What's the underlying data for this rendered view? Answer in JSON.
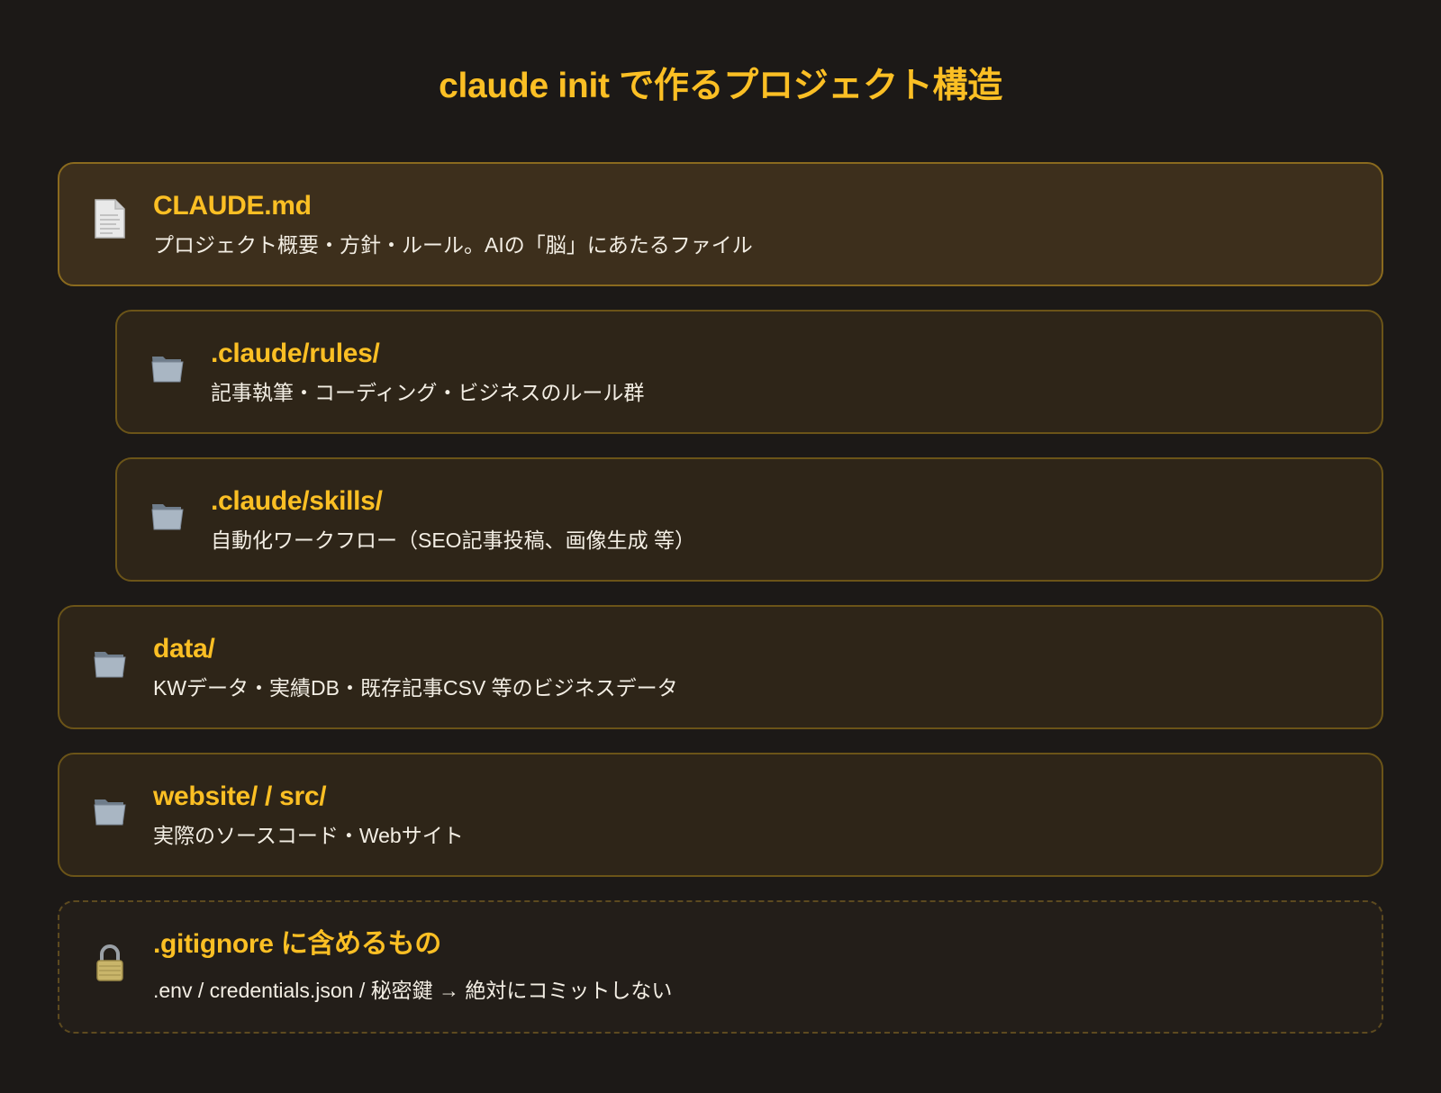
{
  "title": "claude init で作るプロジェクト構造",
  "items": [
    {
      "name": "CLAUDE.md",
      "description": "プロジェクト概要・方針・ルール。AIの「脳」にあたるファイル",
      "icon": "document-icon"
    },
    {
      "name": ".claude/rules/",
      "description": "記事執筆・コーディング・ビジネスのルール群",
      "icon": "folder-icon"
    },
    {
      "name": ".claude/skills/",
      "description": "自動化ワークフロー（SEO記事投稿、画像生成 等）",
      "icon": "folder-icon"
    },
    {
      "name": "data/",
      "description": "KWデータ・実績DB・既存記事CSV 等のビジネスデータ",
      "icon": "folder-icon"
    },
    {
      "name": "website/ / src/",
      "description": "実際のソースコード・Webサイト",
      "icon": "folder-icon"
    },
    {
      "name": ".gitignore に含めるもの",
      "description": ".env / credentials.json / 秘密鍵 → 絶対にコミットしない",
      "icon": "lock-icon"
    }
  ],
  "colors": {
    "background": "#1c1917",
    "accent": "#fbbf24",
    "card": "#2e2518",
    "card_highlight": "#3d2f1c",
    "border": "#6b5418",
    "text": "#f3eee4"
  }
}
